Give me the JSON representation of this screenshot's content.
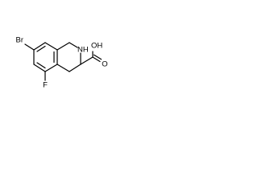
{
  "molecule": {
    "labels": {
      "br": "Br",
      "nh": "NH",
      "oh": "OH",
      "o": "O",
      "f": "F"
    },
    "colors": {
      "bond": "#000000",
      "text": "#000000",
      "background": "#ffffff"
    }
  }
}
